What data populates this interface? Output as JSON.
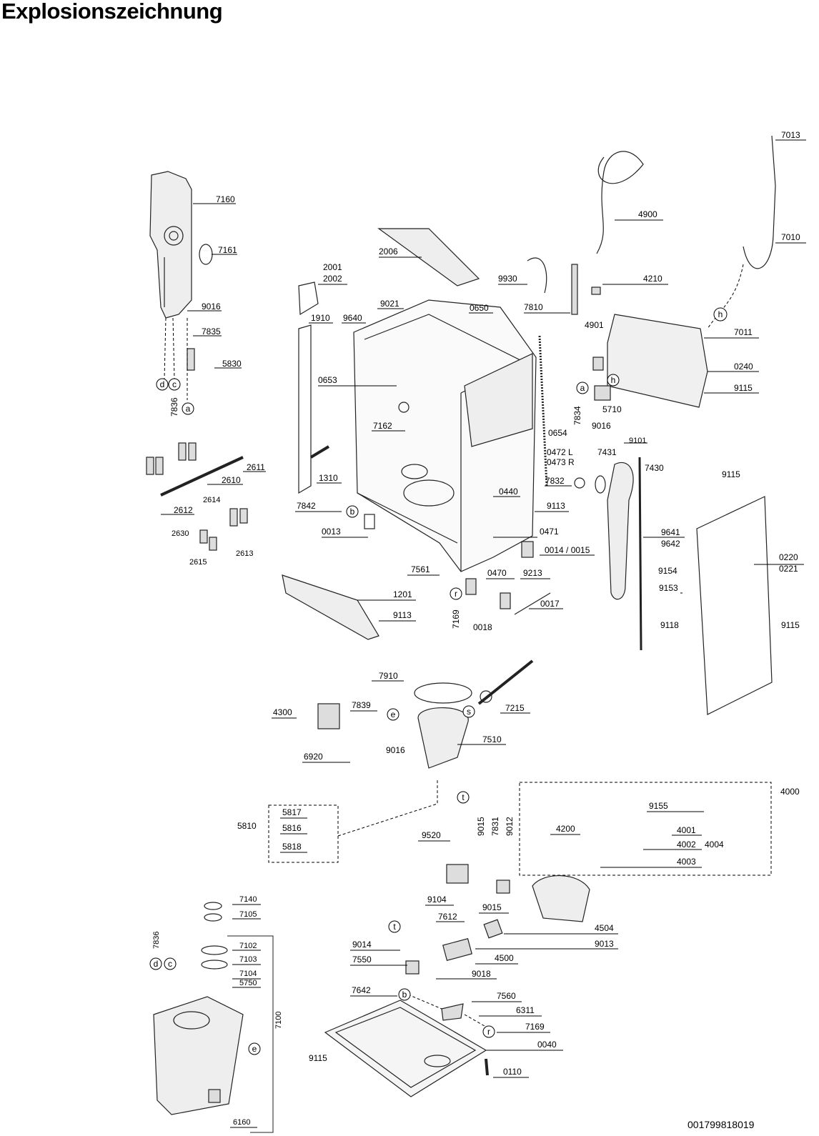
{
  "title": "Explosionszeichnung",
  "document_number": "001799818019",
  "labels": [
    {
      "id": "7160",
      "text": "7160"
    },
    {
      "id": "7161",
      "text": "7161"
    },
    {
      "id": "9016a",
      "text": "9016"
    },
    {
      "id": "7835",
      "text": "7835"
    },
    {
      "id": "5830",
      "text": "5830"
    },
    {
      "id": "7836a",
      "text": "7836"
    },
    {
      "id": "2611",
      "text": "2611"
    },
    {
      "id": "2610",
      "text": "2610"
    },
    {
      "id": "2612",
      "text": "2612"
    },
    {
      "id": "2614",
      "text": "2614"
    },
    {
      "id": "2630",
      "text": "2630"
    },
    {
      "id": "2613",
      "text": "2613"
    },
    {
      "id": "2615",
      "text": "2615"
    },
    {
      "id": "2006",
      "text": "2006"
    },
    {
      "id": "2001",
      "text": "2001"
    },
    {
      "id": "2002",
      "text": "2002"
    },
    {
      "id": "9021",
      "text": "9021"
    },
    {
      "id": "1910",
      "text": "1910"
    },
    {
      "id": "9640",
      "text": "9640"
    },
    {
      "id": "0650",
      "text": "0650"
    },
    {
      "id": "0653",
      "text": "0653"
    },
    {
      "id": "7162",
      "text": "7162"
    },
    {
      "id": "1310",
      "text": "1310"
    },
    {
      "id": "7842",
      "text": "7842"
    },
    {
      "id": "0013",
      "text": "0013"
    },
    {
      "id": "9930",
      "text": "9930"
    },
    {
      "id": "7810",
      "text": "7810"
    },
    {
      "id": "4900",
      "text": "4900"
    },
    {
      "id": "4210",
      "text": "4210"
    },
    {
      "id": "4901",
      "text": "4901"
    },
    {
      "id": "7013",
      "text": "7013"
    },
    {
      "id": "7010",
      "text": "7010"
    },
    {
      "id": "7011",
      "text": "7011"
    },
    {
      "id": "0240",
      "text": "0240"
    },
    {
      "id": "9115a",
      "text": "9115"
    },
    {
      "id": "7834",
      "text": "7834"
    },
    {
      "id": "5710",
      "text": "5710"
    },
    {
      "id": "9016b",
      "text": "9016"
    },
    {
      "id": "9101",
      "text": "9101"
    },
    {
      "id": "0654",
      "text": "0654"
    },
    {
      "id": "0472",
      "text": "0472 L"
    },
    {
      "id": "0473",
      "text": "0473 R"
    },
    {
      "id": "7431",
      "text": "7431"
    },
    {
      "id": "7430",
      "text": "7430"
    },
    {
      "id": "9115b",
      "text": "9115"
    },
    {
      "id": "7832",
      "text": "7832"
    },
    {
      "id": "0440",
      "text": "0440"
    },
    {
      "id": "9113a",
      "text": "9113"
    },
    {
      "id": "0471",
      "text": "0471"
    },
    {
      "id": "0014",
      "text": "0014 / 0015"
    },
    {
      "id": "9641",
      "text": "9641"
    },
    {
      "id": "9642",
      "text": "9642"
    },
    {
      "id": "0220",
      "text": "0220"
    },
    {
      "id": "0221",
      "text": "0221"
    },
    {
      "id": "7561",
      "text": "7561"
    },
    {
      "id": "0470",
      "text": "0470"
    },
    {
      "id": "9213",
      "text": "9213"
    },
    {
      "id": "9154",
      "text": "9154"
    },
    {
      "id": "9153",
      "text": "9153"
    },
    {
      "id": "1201",
      "text": "1201"
    },
    {
      "id": "9113b",
      "text": "9113"
    },
    {
      "id": "7169a",
      "text": "7169"
    },
    {
      "id": "0017",
      "text": "0017"
    },
    {
      "id": "0018",
      "text": "0018"
    },
    {
      "id": "9118",
      "text": "9118"
    },
    {
      "id": "9115c",
      "text": "9115"
    },
    {
      "id": "7910",
      "text": "7910"
    },
    {
      "id": "4300",
      "text": "4300"
    },
    {
      "id": "7839",
      "text": "7839"
    },
    {
      "id": "7215",
      "text": "7215"
    },
    {
      "id": "7510",
      "text": "7510"
    },
    {
      "id": "9016c",
      "text": "9016"
    },
    {
      "id": "6920",
      "text": "6920"
    },
    {
      "id": "4000",
      "text": "4000"
    },
    {
      "id": "5817",
      "text": "5817"
    },
    {
      "id": "5810",
      "text": "5810"
    },
    {
      "id": "5816",
      "text": "5816"
    },
    {
      "id": "5818",
      "text": "5818"
    },
    {
      "id": "9155",
      "text": "9155"
    },
    {
      "id": "9015a",
      "text": "9015"
    },
    {
      "id": "7831",
      "text": "7831"
    },
    {
      "id": "9012",
      "text": "9012"
    },
    {
      "id": "4200",
      "text": "4200"
    },
    {
      "id": "4001",
      "text": "4001"
    },
    {
      "id": "4002",
      "text": "4002"
    },
    {
      "id": "4004",
      "text": "4004"
    },
    {
      "id": "4003",
      "text": "4003"
    },
    {
      "id": "9520",
      "text": "9520"
    },
    {
      "id": "9104",
      "text": "9104"
    },
    {
      "id": "7612",
      "text": "7612"
    },
    {
      "id": "9015b",
      "text": "9015"
    },
    {
      "id": "4504",
      "text": "4504"
    },
    {
      "id": "9013",
      "text": "9013"
    },
    {
      "id": "7140",
      "text": "7140"
    },
    {
      "id": "7105",
      "text": "7105"
    },
    {
      "id": "9014",
      "text": "9014"
    },
    {
      "id": "4500",
      "text": "4500"
    },
    {
      "id": "7836b",
      "text": "7836"
    },
    {
      "id": "7102",
      "text": "7102"
    },
    {
      "id": "7103",
      "text": "7103"
    },
    {
      "id": "7550",
      "text": "7550"
    },
    {
      "id": "9018",
      "text": "9018"
    },
    {
      "id": "7104",
      "text": "7104"
    },
    {
      "id": "5750",
      "text": "5750"
    },
    {
      "id": "7642",
      "text": "7642"
    },
    {
      "id": "7560",
      "text": "7560"
    },
    {
      "id": "7100",
      "text": "7100"
    },
    {
      "id": "6311",
      "text": "6311"
    },
    {
      "id": "7169b",
      "text": "7169"
    },
    {
      "id": "0040",
      "text": "0040"
    },
    {
      "id": "9115d",
      "text": "9115"
    },
    {
      "id": "0110",
      "text": "0110"
    },
    {
      "id": "6160",
      "text": "6160"
    }
  ],
  "markers": [
    {
      "id": "m-d1",
      "text": "d"
    },
    {
      "id": "m-c1",
      "text": "c"
    },
    {
      "id": "m-a1",
      "text": "a"
    },
    {
      "id": "m-b1",
      "text": "b"
    },
    {
      "id": "m-a2",
      "text": "a"
    },
    {
      "id": "m-h1",
      "text": "h"
    },
    {
      "id": "m-h2",
      "text": "h"
    },
    {
      "id": "m-r1",
      "text": "r"
    },
    {
      "id": "m-e1",
      "text": "e"
    },
    {
      "id": "m-s1",
      "text": "s"
    },
    {
      "id": "m-t1",
      "text": "t"
    },
    {
      "id": "m-t2",
      "text": "t"
    },
    {
      "id": "m-d2",
      "text": "d"
    },
    {
      "id": "m-c2",
      "text": "c"
    },
    {
      "id": "m-e2",
      "text": "e"
    },
    {
      "id": "m-b2",
      "text": "b"
    },
    {
      "id": "m-r2",
      "text": "r"
    }
  ]
}
